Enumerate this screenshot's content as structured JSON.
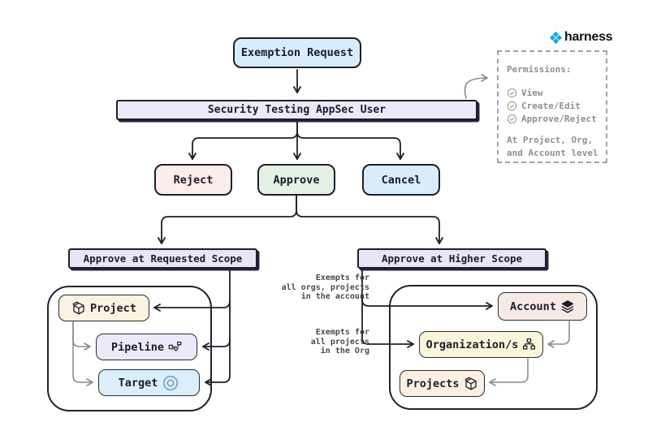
{
  "brand": {
    "name": "harness",
    "logo_icon": "harness-logo-icon",
    "logo_color": "#18a6df"
  },
  "nodes": {
    "exemption_request": "Exemption Request",
    "security_user": "Security Testing AppSec User",
    "reject": "Reject",
    "approve": "Approve",
    "cancel": "Cancel",
    "requested_scope": "Approve at Requested Scope",
    "higher_scope": "Approve at Higher Scope",
    "project": "Project",
    "pipeline": "Pipeline",
    "target": "Target",
    "account": "Account",
    "organizations": "Organization/s",
    "projects": "Projects"
  },
  "permissions": {
    "title": "Permissions:",
    "items": [
      "View",
      "Create/Edit",
      "Approve/Reject"
    ],
    "footer_line1": "At Project, Org,",
    "footer_line2": "and Account level"
  },
  "annotations": {
    "account_note": [
      "Exempts for",
      "all orgs, projects",
      "in the account"
    ],
    "org_note": [
      "Exempts for",
      "all projects",
      "in the Org"
    ]
  },
  "icons": {
    "project": "package-icon",
    "pipeline": "workflow-icon",
    "target": "target-circle-icon",
    "account": "layers-icon",
    "organizations": "org-chart-icon",
    "projects": "package-icon",
    "permission_item": "check-circle-icon"
  },
  "colors": {
    "node_border": "#1e1e2e",
    "exemption_fill": "#d9ecf9",
    "security_fill": "#eceaf9",
    "reject_fill": "#fcecea",
    "approve_fill": "#e3f2e3",
    "cancel_fill": "#d9ecf9",
    "scope_header_fill": "#e8e5f6",
    "project_fill": "#fdf2e2",
    "pipeline_fill": "#eceafa",
    "target_fill": "#daeefb",
    "account_fill": "#f6eae6",
    "organizations_fill": "#fbf6da",
    "projects_fill": "#fcf1e2",
    "gray_arrow": "#8c8c8c",
    "check_icon": "#8aa57e",
    "target_ring": "#5b9bd5"
  }
}
